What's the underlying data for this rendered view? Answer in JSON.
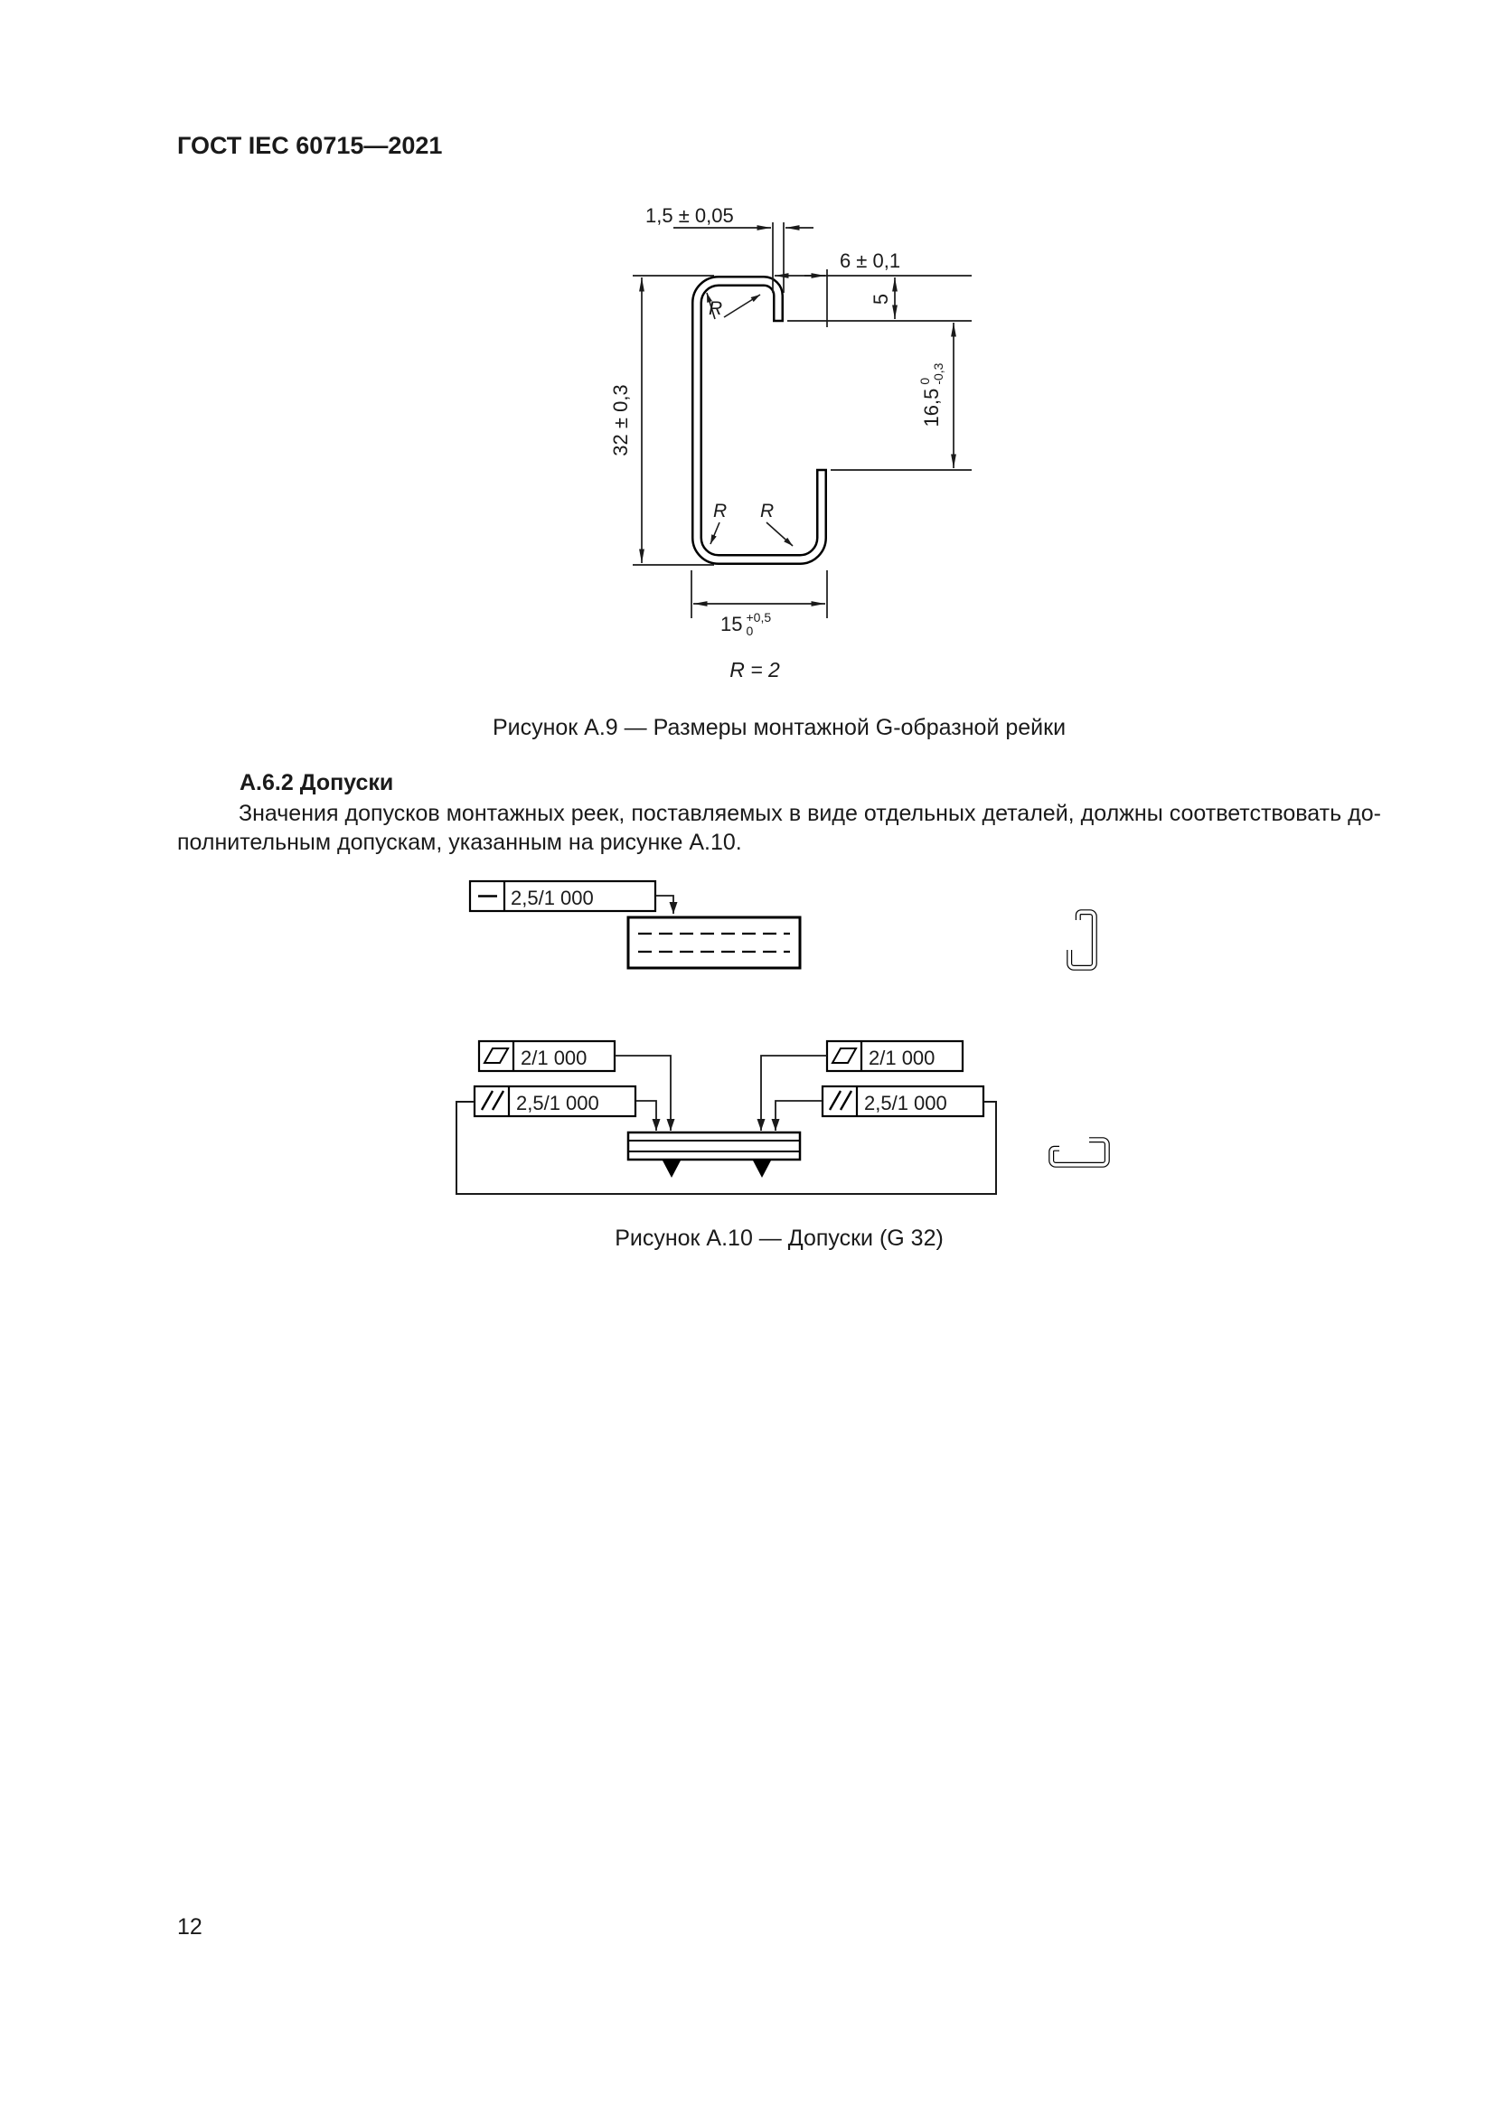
{
  "page": {
    "header": "ГОСТ IEC 60715—2021",
    "page_number": "12"
  },
  "figure_a9": {
    "caption": "Рисунок А.9 — Размеры монтажной G-образной рейки",
    "dims": {
      "thickness": "1,5 ± 0,05",
      "lip": "5",
      "offset": "6 ± 0,1",
      "opening_main": "16,5",
      "opening_sup": "0",
      "opening_sub": "-0,3",
      "height": "32 ± 0,3",
      "width_main": "15",
      "width_sup": "+0,5",
      "width_sub": "0",
      "radius_note": "R = 2",
      "r_label": "R"
    }
  },
  "section": {
    "heading": "А.6.2 Допуски",
    "para_line1": "Значения допусков монтажных реек, поставляемых в виде отдельных деталей, должны соответствовать до-",
    "para_line2": "полнительным допускам, указанным на рисунке А.10."
  },
  "figure_a10": {
    "caption": "Рисунок А.10 — Допуски (G 32)",
    "frames": {
      "straightness": {
        "symbol": "straightness-dash",
        "value": "2,5/1 000"
      },
      "flatness_left": {
        "symbol": "parallelogram",
        "value": "2/1 000"
      },
      "flatness_right": {
        "symbol": "parallelogram",
        "value": "2/1 000"
      },
      "parallelism_left": {
        "symbol": "double-slash",
        "value": "2,5/1 000"
      },
      "parallelism_right": {
        "symbol": "double-slash",
        "value": "2,5/1 000"
      }
    }
  }
}
